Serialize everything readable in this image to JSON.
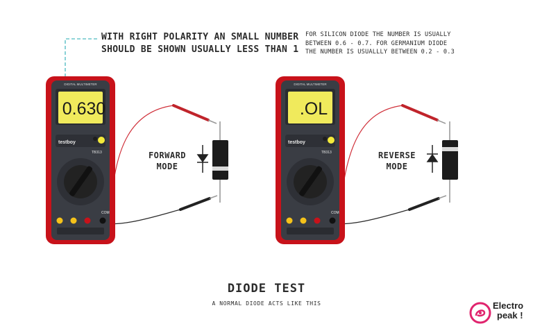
{
  "notes": {
    "main_line1": "WITH RIGHT POLARITY AN SMALL NUMBER",
    "main_line2": "SHOULD BE SHOWN USUALLY LESS THAN 1",
    "side_line1": "FOR SILICON DIODE THE NUMBER IS USUALLY",
    "side_line2": "BETWEEN 0.6 - 0.7. FOR GERMANIUM DIODE",
    "side_line3": "THE NUMBER IS USUALLLY BETWEEN 0.2 - 0.3"
  },
  "meters": {
    "left": {
      "reading": "0.630",
      "header": "DIGITAL MULTIMETER",
      "brand": "testboy",
      "model": "TB313",
      "com": "COM"
    },
    "right": {
      "reading": ".OL",
      "header": "DIGITAL MULTIMETER",
      "brand": "testboy",
      "model": "TB313",
      "com": "COM"
    }
  },
  "modes": {
    "forward_line1": "FORWARD",
    "forward_line2": "MODE",
    "reverse_line1": "REVERSE",
    "reverse_line2": "MODE"
  },
  "footer": {
    "title": "DIODE TEST",
    "subtitle": "A NORMAL DIODE ACTS LIKE THIS"
  },
  "logo": {
    "line1": "Electro",
    "line2": "peak !"
  },
  "colors": {
    "meter_body": "#c8121a",
    "meter_face": "#3a3d44",
    "lcd": "#f0ea5c",
    "probe_red": "#c0242b",
    "wire_black": "#222222",
    "accent_cyan": "#6cc6cc",
    "logo_pink": "#e0246e"
  }
}
